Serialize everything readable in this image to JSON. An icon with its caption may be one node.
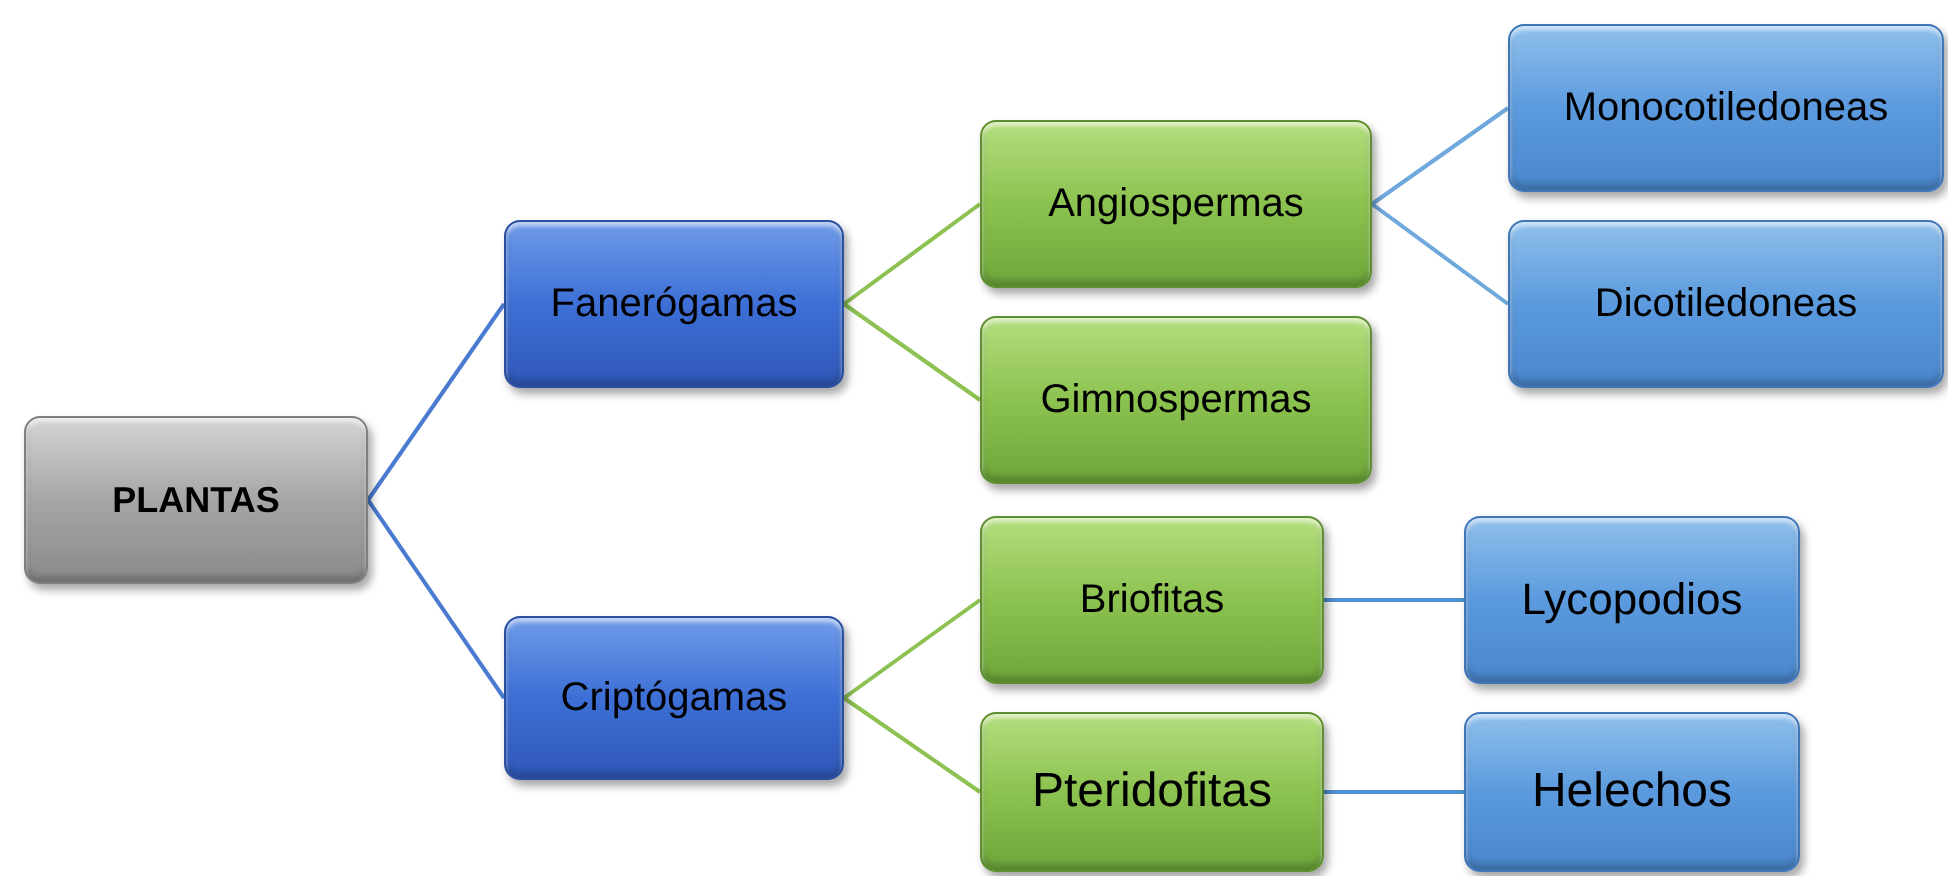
{
  "diagram": {
    "nodes": [
      {
        "text": [
          "PLANTAS"
        ]
      },
      {
        "text": [
          "Fanerógamas"
        ]
      },
      {
        "text": [
          "Criptógamas"
        ]
      },
      {
        "text": [
          "Angiospermas"
        ]
      },
      {
        "text": [
          "Gimnospermas"
        ]
      },
      {
        "text": [
          "Briofitas"
        ]
      },
      {
        "text": [
          "Pteridofitas"
        ]
      },
      {
        "text": [
          "Monocotiledoneas"
        ]
      },
      {
        "text": [
          "Dicotiledoneas"
        ]
      },
      {
        "text": [
          "Lycopodios"
        ]
      },
      {
        "text": [
          "Helechos"
        ]
      }
    ],
    "edges": [
      {
        "from": 0,
        "to": 1,
        "arrow": "none",
        "color": "#4a7bd0"
      },
      {
        "from": 0,
        "to": 2,
        "arrow": "none",
        "color": "#4a7bd0"
      },
      {
        "from": 1,
        "to": 3,
        "arrow": "none",
        "color": "#8dc152"
      },
      {
        "from": 1,
        "to": 4,
        "arrow": "none",
        "color": "#8dc152"
      },
      {
        "from": 2,
        "to": 5,
        "arrow": "none",
        "color": "#8dc152"
      },
      {
        "from": 2,
        "to": 6,
        "arrow": "none",
        "color": "#8dc152"
      },
      {
        "from": 3,
        "to": 7,
        "arrow": "none",
        "color": "#6fa8dc"
      },
      {
        "from": 3,
        "to": 8,
        "arrow": "none",
        "color": "#6fa8dc"
      },
      {
        "from": 5,
        "to": 9,
        "arrow": "none",
        "color": "#4f8fd0"
      },
      {
        "from": 6,
        "to": 10,
        "arrow": "none",
        "color": "#4f8fd0"
      }
    ]
  }
}
